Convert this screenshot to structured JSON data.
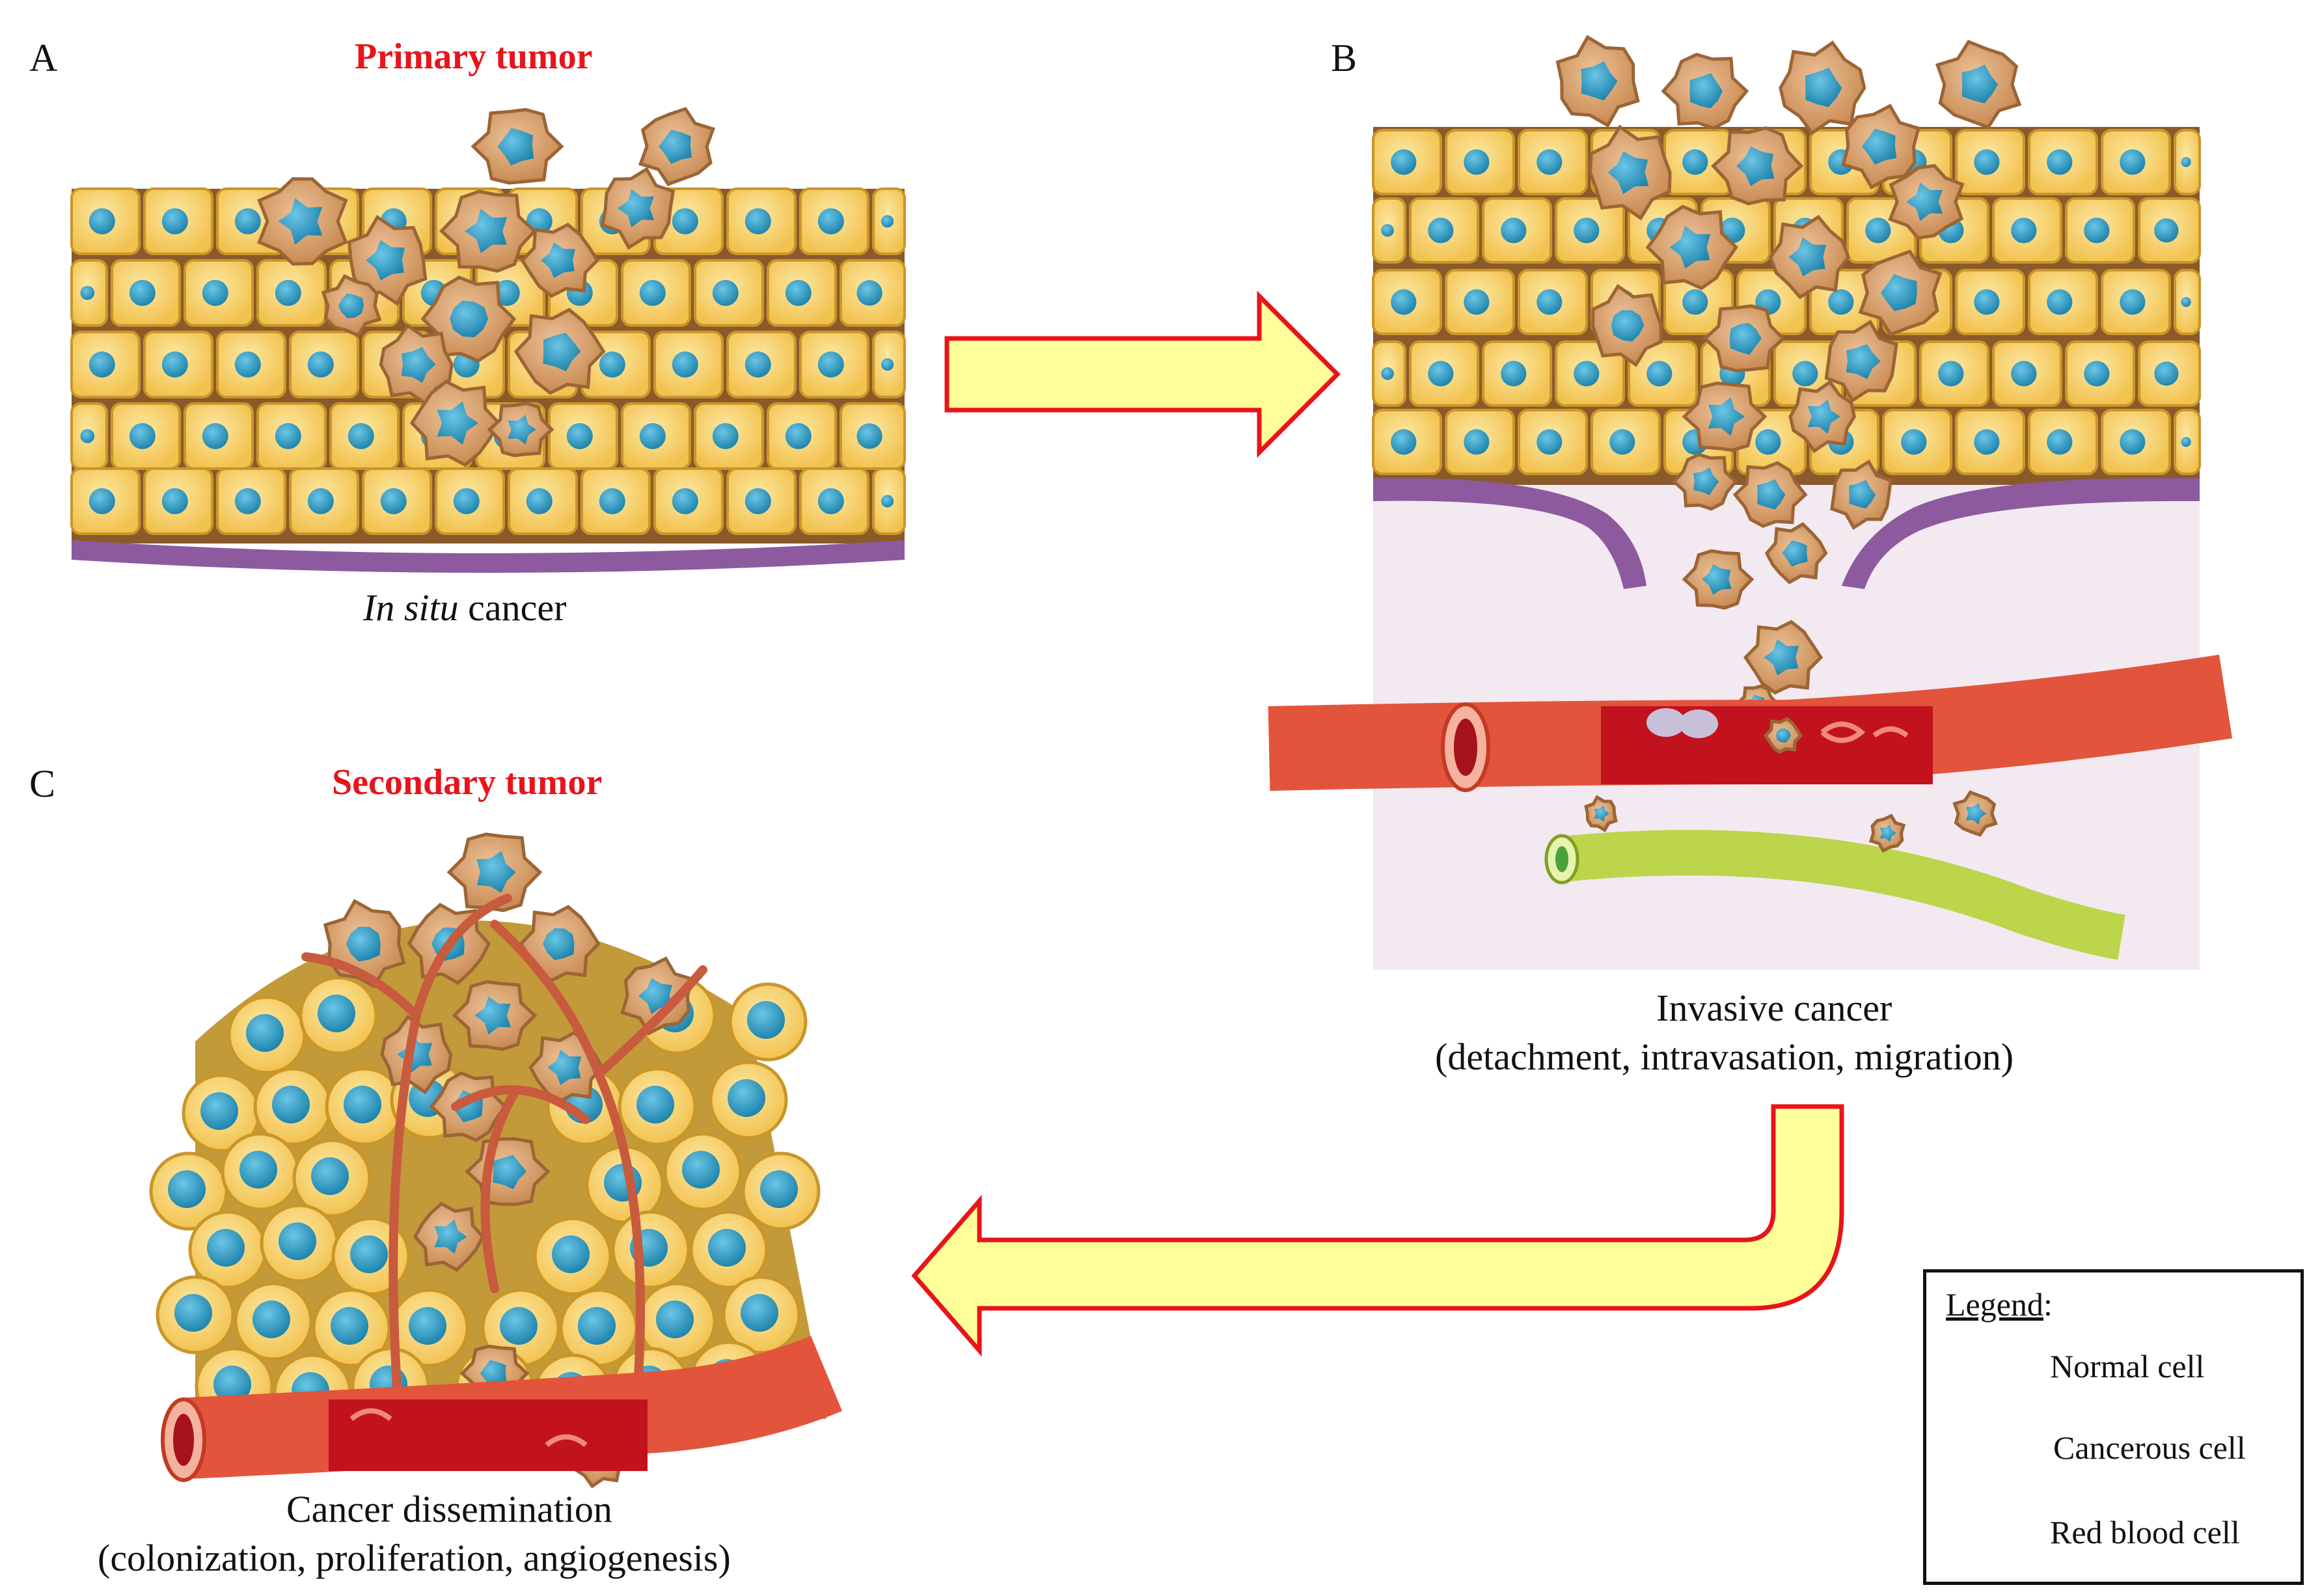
{
  "panels": {
    "a": {
      "letter": "A",
      "title": "Primary tumor",
      "caption_italic": "In situ",
      "caption_rest": " cancer"
    },
    "b": {
      "letter": "B",
      "caption_line1": "Invasive cancer",
      "caption_line2": "(detachment, intravasation, migration)"
    },
    "c": {
      "letter": "C",
      "title": "Secondary tumor",
      "caption_line1": "Cancer dissemination",
      "caption_line2": "(colonization, proliferation, angiogenesis)"
    }
  },
  "legend": {
    "heading": "Legend",
    "heading_suffix": ":",
    "items": [
      {
        "label": "Normal cell",
        "icon": "normal-cell-icon"
      },
      {
        "label": "Cancerous cell",
        "icon": "cancerous-cell-icon"
      },
      {
        "label": "Red blood cell",
        "icon": "red-blood-cell-icon"
      }
    ]
  },
  "colors": {
    "title_red": "#e8141b",
    "arrow_fill": "#ffff99",
    "arrow_stroke": "#e8141b",
    "normal_cell": "#f5cf6a",
    "normal_cell_edge": "#c9962a",
    "nucleus": "#2f9fc7",
    "cancer_cell": "#d9a26c",
    "cancer_matrix": "#8a5a2b",
    "basement_membrane": "#8d5aa0",
    "vessel_red": "#e2553c",
    "lymph_green": "#bcd54a",
    "tissue_bg": "#f3e9f1"
  }
}
